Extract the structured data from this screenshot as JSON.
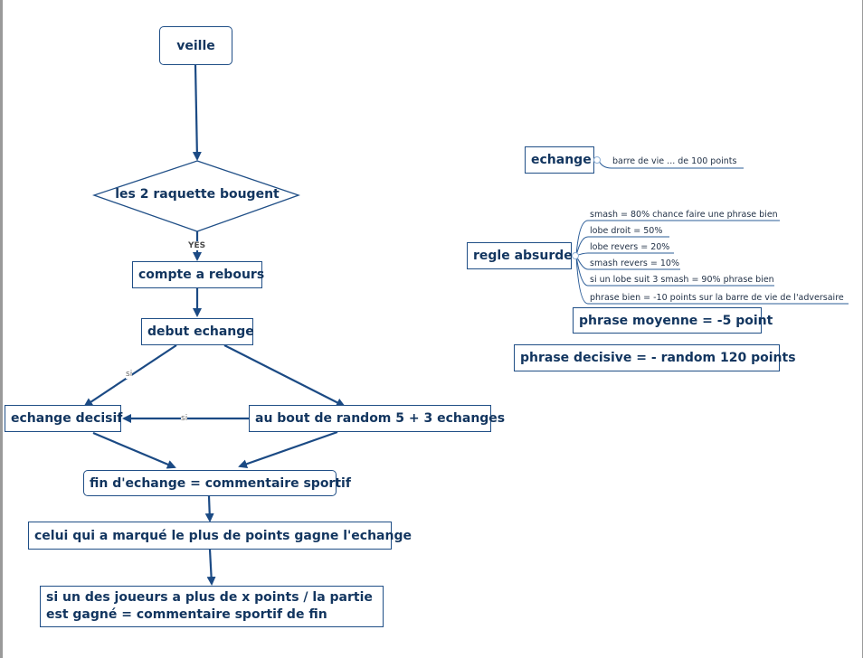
{
  "flow": {
    "veille": "veille",
    "raquettes": "les 2 raquette bougent",
    "yes_label": "YES",
    "compte": "compte a rebours",
    "debut": "debut echange",
    "si_left": "si",
    "si_mid": "si",
    "echange_decisif": "echange decisif",
    "au_bout": "au bout de random 5 + 3 echanges",
    "fin_echange": "fin d'echange = commentaire sportif",
    "celui": "celui qui a marqué le plus de points gagne l'echange",
    "si_un": "si un des joueurs a plus de x points / la partie est gagné = commentaire sportif de fin"
  },
  "mindmap": {
    "echange": {
      "title": "echange",
      "children": [
        "barre de vie ... de 100 points"
      ]
    },
    "regle": {
      "title": "regle absurde",
      "children": [
        "smash = 80% chance faire une phrase bien",
        "lobe droit = 50%",
        "lobe revers = 20%",
        "smash revers = 10%",
        "si un lobe suit 3 smash = 90% phrase bien",
        "phrase bien = -10 points sur la barre de vie de l'adversaire"
      ]
    },
    "phrase_moyenne": "phrase moyenne = -5 point",
    "phrase_decisive": "phrase decisive = - random 120 points"
  },
  "colors": {
    "node_border": "#1f4e86",
    "node_text": "#12355f",
    "arrow": "#1b4a84",
    "mindmap_line": "#2b5c97"
  }
}
